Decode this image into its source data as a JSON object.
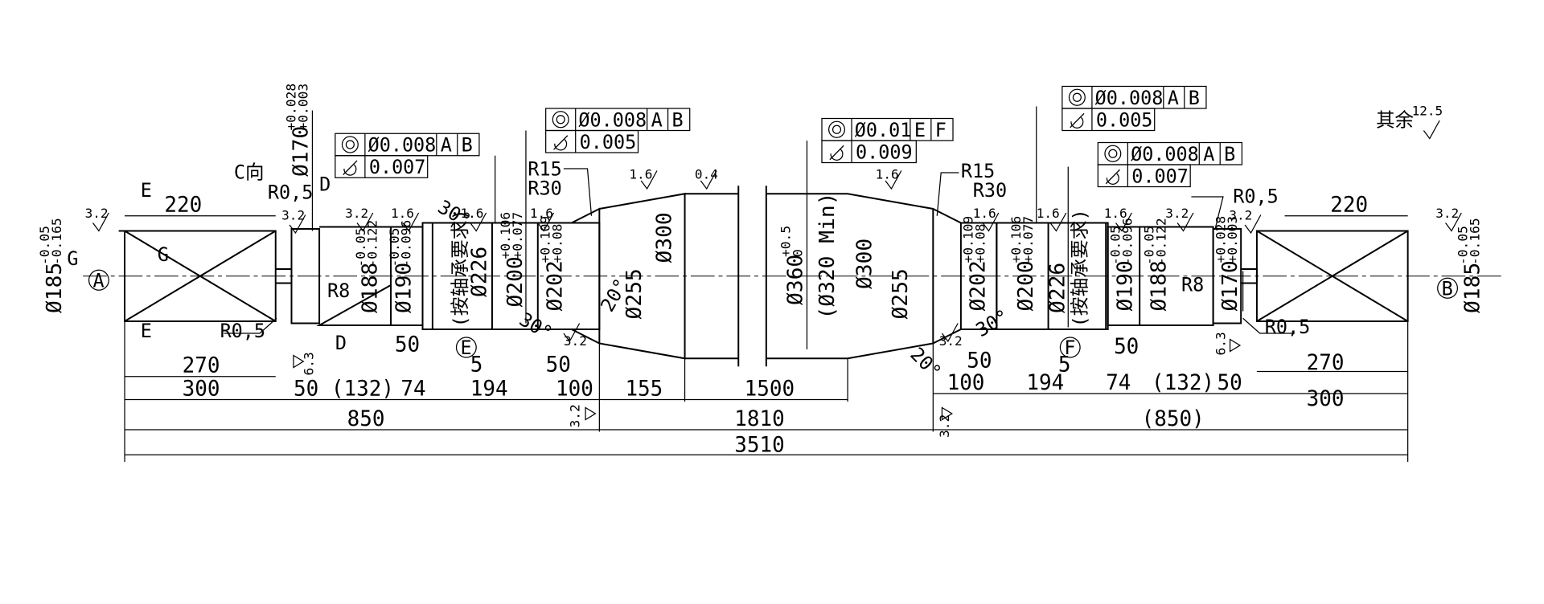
{
  "surface_note": "其余",
  "surface_note_value": "12.5",
  "roughness": {
    "r32": "3.2",
    "r16": "1.6",
    "r04": "0.4"
  },
  "datums": {
    "A": "A",
    "B": "B",
    "E": "E",
    "F": "F",
    "G": "G",
    "D": "D",
    "C_view": "C向"
  },
  "fcf": {
    "conc_008": "Ø0.008",
    "conc_001": "Ø0.01",
    "run_007": "0.007",
    "run_005": "0.005",
    "run_009": "0.009",
    "A": "A",
    "B": "B",
    "E": "E",
    "F": "F"
  },
  "diameters": {
    "d185": "Ø185",
    "d185_tol": [
      "-0.05",
      "-0.165"
    ],
    "d170": "Ø170",
    "d170_tol": [
      "+0.028",
      "+0.003"
    ],
    "d188": "Ø188",
    "d188_tol": [
      "-0.05",
      "-0.122"
    ],
    "d190": "Ø190",
    "d190_tol": [
      "-0.05",
      "-0.096"
    ],
    "d226": "Ø226",
    "bearing_note": "(按轴承要求)",
    "d200": "Ø200",
    "d200_tol": [
      "+0.106",
      "+0.077"
    ],
    "d202": "Ø202",
    "d202_tol": [
      "+0.109",
      "+0.08"
    ],
    "d255": "Ø255",
    "d300": "Ø300",
    "d360": "Ø360",
    "d360_tol": [
      "+0.5",
      "0"
    ],
    "d320": "(Ø320 Min)"
  },
  "radii": {
    "r05": "R0,5",
    "r8": "R8",
    "r15": "R15",
    "r30": "R30"
  },
  "angles": {
    "a30": "30°",
    "a20": "20°"
  },
  "lengths": {
    "l220": "220",
    "l270": "270",
    "l300": "300",
    "l50": "50",
    "l132": "(132)",
    "l74": "74",
    "l194": "194",
    "l100": "100",
    "l155": "155",
    "l1500": "1500",
    "l850": "850",
    "l850p": "(850)",
    "l1810": "1810",
    "l3510": "3510",
    "l5": "5",
    "l63": "6.3"
  }
}
